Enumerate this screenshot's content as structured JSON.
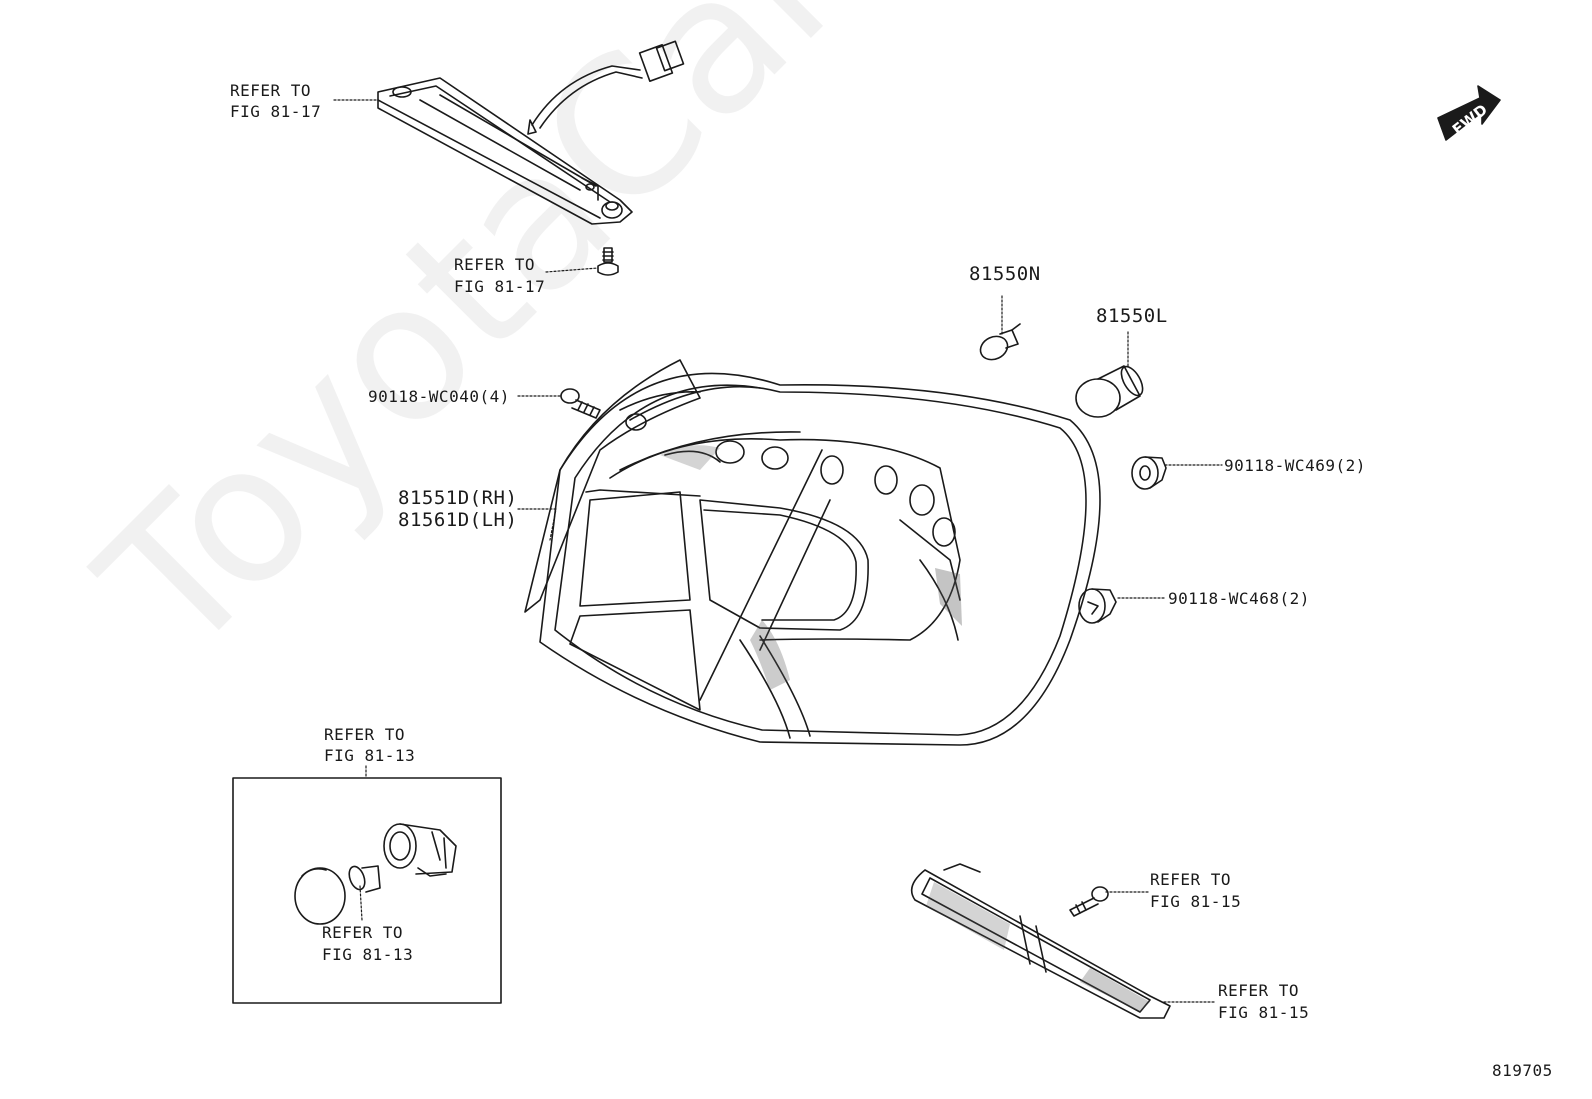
{
  "watermark": "ToyotaCarWire.ru",
  "fwd_label": "FWD",
  "figure_id": "819705",
  "labels": {
    "high_mount_lamp_ref_line1": "REFER TO",
    "high_mount_lamp_ref_line2": "FIG 81-17",
    "high_mount_screw_ref_line1": "REFER TO",
    "high_mount_screw_ref_line2": "FIG 81-17",
    "bulb_small": "81550N",
    "bulb_large": "81550L",
    "screw": "90118-WC040(4)",
    "clip_upper": "90118-WC469(2)",
    "lamp_rh": "81551D(RH)",
    "lamp_lh": "81561D(LH)",
    "clip_lower": "90118-WC468(2)",
    "socket_ref_top_line1": "REFER TO",
    "socket_ref_top_line2": "FIG 81-13",
    "socket_ref_bottom_line1": "REFER TO",
    "socket_ref_bottom_line2": "FIG 81-13",
    "reflector_screw_ref_line1": "REFER TO",
    "reflector_screw_ref_line2": "FIG 81-15",
    "reflector_ref_line1": "REFER TO",
    "reflector_ref_line2": "FIG 81-15"
  }
}
